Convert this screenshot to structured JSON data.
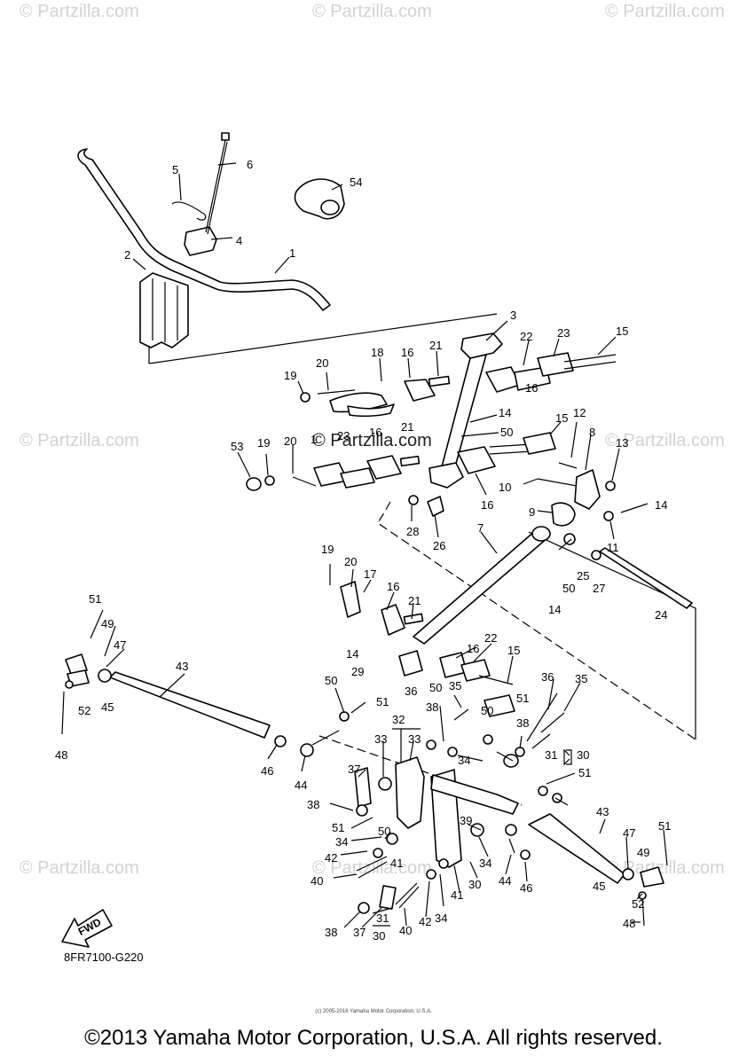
{
  "watermark": "© Partzilla.com",
  "fwd_label": "FWD",
  "diagram_code": "8FR7100-G220",
  "small_copyright": "(c) 2005-2016 Yamaha Motor Corporation, U.S.A.",
  "copyright": "©2013 Yamaha Motor Corporation, U.S.A. All rights reserved.",
  "callouts": [
    {
      "id": "c1",
      "text": "1"
    },
    {
      "id": "c2",
      "text": "2"
    },
    {
      "id": "c3",
      "text": "3"
    },
    {
      "id": "c4",
      "text": "4"
    },
    {
      "id": "c5",
      "text": "5"
    },
    {
      "id": "c6",
      "text": "6"
    },
    {
      "id": "c7",
      "text": "7"
    },
    {
      "id": "c8",
      "text": "8"
    },
    {
      "id": "c9",
      "text": "9"
    },
    {
      "id": "c10",
      "text": "10"
    },
    {
      "id": "c11",
      "text": "11"
    },
    {
      "id": "c12",
      "text": "12"
    },
    {
      "id": "c13",
      "text": "13"
    },
    {
      "id": "c14a",
      "text": "14"
    },
    {
      "id": "c14b",
      "text": "14"
    },
    {
      "id": "c14c",
      "text": "14"
    },
    {
      "id": "c14d",
      "text": "14"
    },
    {
      "id": "c15a",
      "text": "15"
    },
    {
      "id": "c15b",
      "text": "15"
    },
    {
      "id": "c15c",
      "text": "15"
    },
    {
      "id": "c16a",
      "text": "16"
    },
    {
      "id": "c16b",
      "text": "16"
    },
    {
      "id": "c16c",
      "text": "16"
    },
    {
      "id": "c16d",
      "text": "16"
    },
    {
      "id": "c16e",
      "text": "16"
    },
    {
      "id": "c16f",
      "text": "16"
    },
    {
      "id": "c17",
      "text": "17"
    },
    {
      "id": "c18a",
      "text": "18"
    },
    {
      "id": "c18b",
      "text": "1"
    },
    {
      "id": "c19a",
      "text": "19"
    },
    {
      "id": "c19b",
      "text": "19"
    },
    {
      "id": "c19c",
      "text": "19"
    },
    {
      "id": "c20a",
      "text": "20"
    },
    {
      "id": "c20b",
      "text": "20"
    },
    {
      "id": "c20c",
      "text": "20"
    },
    {
      "id": "c21a",
      "text": "21"
    },
    {
      "id": "c21b",
      "text": "21"
    },
    {
      "id": "c21c",
      "text": "21"
    },
    {
      "id": "c22a",
      "text": "22"
    },
    {
      "id": "c22b",
      "text": "22"
    },
    {
      "id": "c23a",
      "text": "23"
    },
    {
      "id": "c23b",
      "text": "23"
    },
    {
      "id": "c24",
      "text": "24"
    },
    {
      "id": "c25",
      "text": "25"
    },
    {
      "id": "c26",
      "text": "26"
    },
    {
      "id": "c27",
      "text": "27"
    },
    {
      "id": "c28",
      "text": "28"
    },
    {
      "id": "c29",
      "text": "29"
    },
    {
      "id": "c30a",
      "text": "30"
    },
    {
      "id": "c30b",
      "text": "30"
    },
    {
      "id": "c30c",
      "text": "30"
    },
    {
      "id": "c31a",
      "text": "31"
    },
    {
      "id": "c31b",
      "text": "31"
    },
    {
      "id": "c32",
      "text": "32"
    },
    {
      "id": "c33a",
      "text": "33"
    },
    {
      "id": "c33b",
      "text": "33"
    },
    {
      "id": "c34a",
      "text": "34"
    },
    {
      "id": "c34b",
      "text": "34"
    },
    {
      "id": "c34c",
      "text": "34"
    },
    {
      "id": "c34d",
      "text": "34"
    },
    {
      "id": "c35a",
      "text": "35"
    },
    {
      "id": "c35b",
      "text": "35"
    },
    {
      "id": "c36a",
      "text": "36"
    },
    {
      "id": "c36b",
      "text": "36"
    },
    {
      "id": "c37a",
      "text": "37"
    },
    {
      "id": "c37b",
      "text": "37"
    },
    {
      "id": "c38a",
      "text": "38"
    },
    {
      "id": "c38b",
      "text": "38"
    },
    {
      "id": "c38c",
      "text": "38"
    },
    {
      "id": "c38d",
      "text": "38"
    },
    {
      "id": "c39",
      "text": "39"
    },
    {
      "id": "c40a",
      "text": "40"
    },
    {
      "id": "c40b",
      "text": "40"
    },
    {
      "id": "c41a",
      "text": "41"
    },
    {
      "id": "c41b",
      "text": "41"
    },
    {
      "id": "c42a",
      "text": "42"
    },
    {
      "id": "c42b",
      "text": "42"
    },
    {
      "id": "c43a",
      "text": "43"
    },
    {
      "id": "c43b",
      "text": "43"
    },
    {
      "id": "c44a",
      "text": "44"
    },
    {
      "id": "c44b",
      "text": "44"
    },
    {
      "id": "c45a",
      "text": "45"
    },
    {
      "id": "c45b",
      "text": "45"
    },
    {
      "id": "c46a",
      "text": "46"
    },
    {
      "id": "c46b",
      "text": "46"
    },
    {
      "id": "c47a",
      "text": "47"
    },
    {
      "id": "c47b",
      "text": "47"
    },
    {
      "id": "c48a",
      "text": "48"
    },
    {
      "id": "c48b",
      "text": "48"
    },
    {
      "id": "c49a",
      "text": "49"
    },
    {
      "id": "c49b",
      "text": "49"
    },
    {
      "id": "c50a",
      "text": "50"
    },
    {
      "id": "c50b",
      "text": "50"
    },
    {
      "id": "c50c",
      "text": "50"
    },
    {
      "id": "c50d",
      "text": "50"
    },
    {
      "id": "c50e",
      "text": "50"
    },
    {
      "id": "c50f",
      "text": "50"
    },
    {
      "id": "c51a",
      "text": "51"
    },
    {
      "id": "c51b",
      "text": "51"
    },
    {
      "id": "c51c",
      "text": "51"
    },
    {
      "id": "c51d",
      "text": "51"
    },
    {
      "id": "c51e",
      "text": "51"
    },
    {
      "id": "c51f",
      "text": "51"
    },
    {
      "id": "c52a",
      "text": "52"
    },
    {
      "id": "c52b",
      "text": "52"
    },
    {
      "id": "c53",
      "text": "53"
    },
    {
      "id": "c54",
      "text": "54"
    }
  ]
}
